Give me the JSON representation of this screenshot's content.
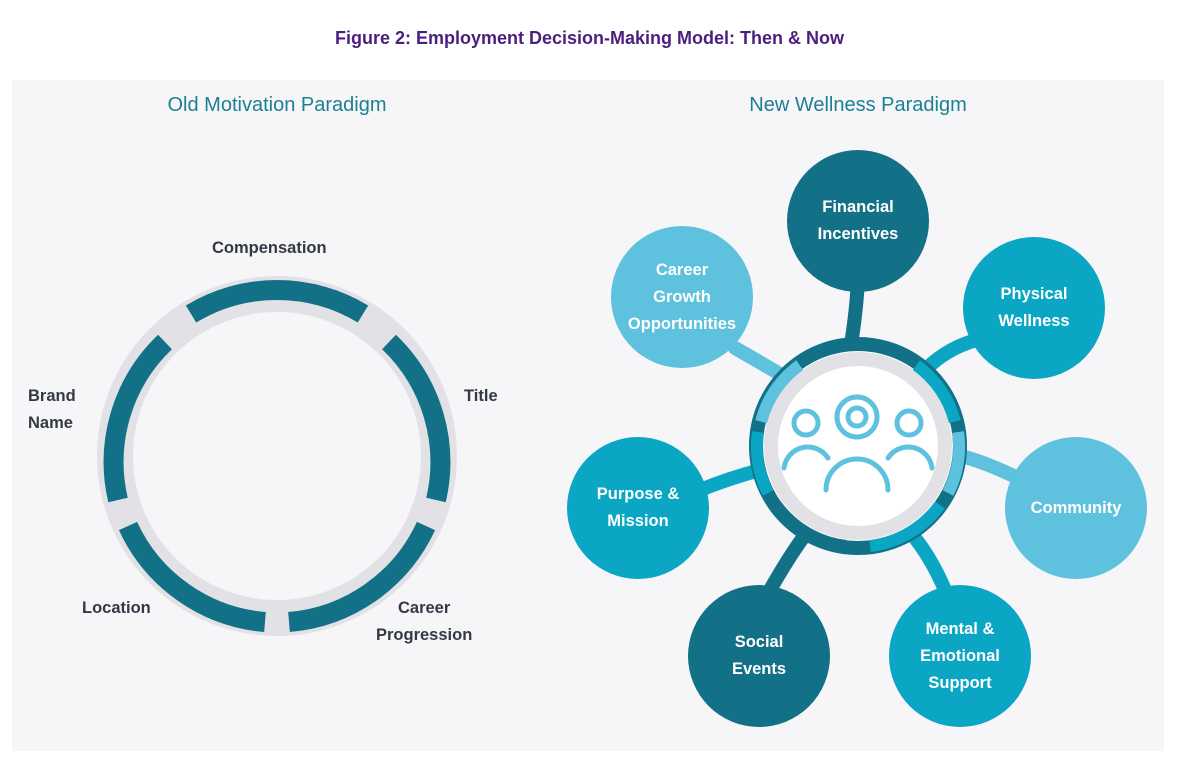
{
  "figure_title": "Figure 2: Employment Decision-Making Model: Then & Now",
  "old_paradigm": {
    "heading": "Old Motivation Paradigm",
    "labels": {
      "compensation": "Compensation",
      "title": "Title",
      "brand_name": "Brand\nName",
      "location": "Location",
      "career_progression": "Career\nProgression"
    }
  },
  "new_paradigm": {
    "heading": "New Wellness Paradigm",
    "hub_icon": "people-group-icon",
    "nodes": {
      "financial_incentives": "Financial\nIncentives",
      "physical_wellness": "Physical\nWellness",
      "community": "Community",
      "mental_emotional_support": "Mental &\nEmotional\nSupport",
      "social_events": "Social\nEvents",
      "purpose_mission": "Purpose &\nMission",
      "career_growth": "Career\nGrowth\nOpportunities"
    }
  },
  "colors": {
    "title_purple": "#4b1f7e",
    "heading_teal": "#1d7f92",
    "dark_teal": "#137187",
    "mid_teal": "#0ba6c4",
    "light_teal": "#5ec1dd",
    "ring_gray": "#e2e2e6"
  }
}
